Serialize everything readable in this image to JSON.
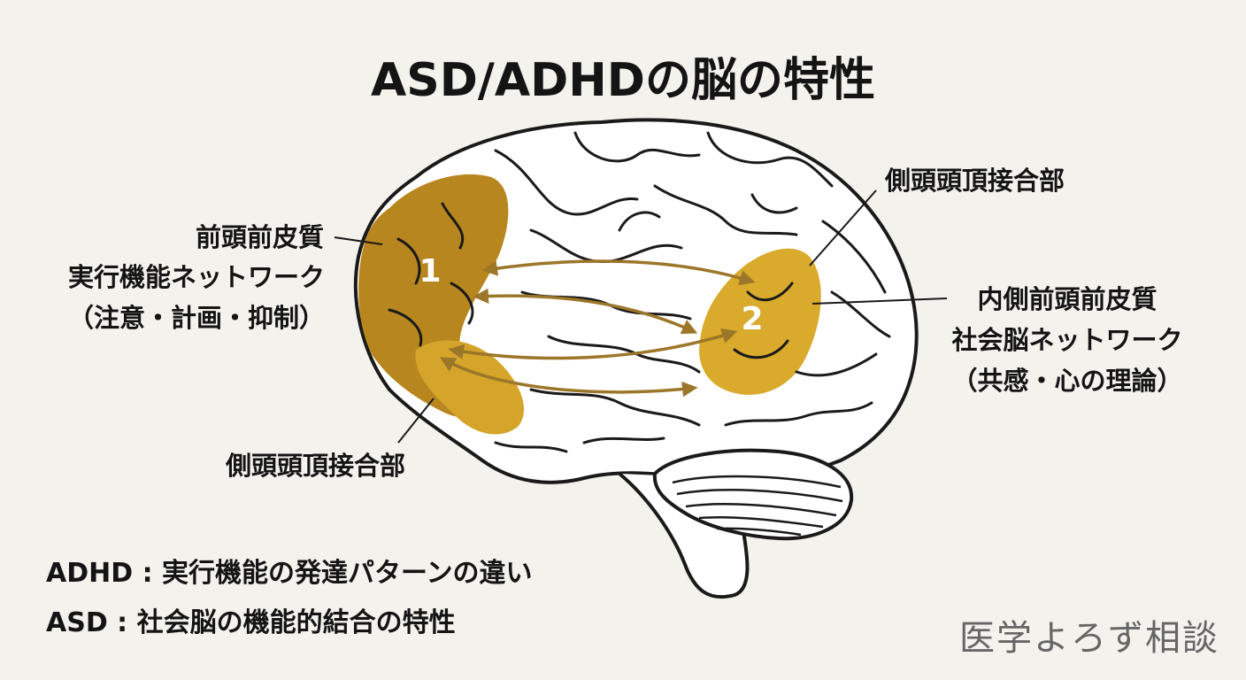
{
  "title": "ASD/ADHDの脳の特性",
  "regions": {
    "frontal": {
      "number": "1",
      "name": "前頭前皮質",
      "network": "実行機能ネットワーク",
      "functions": "（注意・計画・抑制）"
    },
    "temporal_lower": {
      "name": "側頭頭頂接合部"
    },
    "temporal_upper": {
      "name": "側頭頭頂接合部"
    },
    "medial": {
      "number": "2",
      "name": "内側前頭前皮質",
      "network": "社会脳ネットワーク",
      "functions": "（共感・心の理論）"
    }
  },
  "legend": {
    "adhd": "ADHD : 実行機能の発達パターンの違い",
    "asd": "ASD : 社会脳の機能的結合の特性"
  },
  "watermark": "医学よろず相談",
  "colors": {
    "frontal_fill": "#b8861e",
    "temporal_fill": "#d4a52a",
    "medial_fill": "#d9aa2c",
    "arrow": "#9c7629",
    "outline": "#1a1a1a",
    "background": "#f4f2ec"
  }
}
